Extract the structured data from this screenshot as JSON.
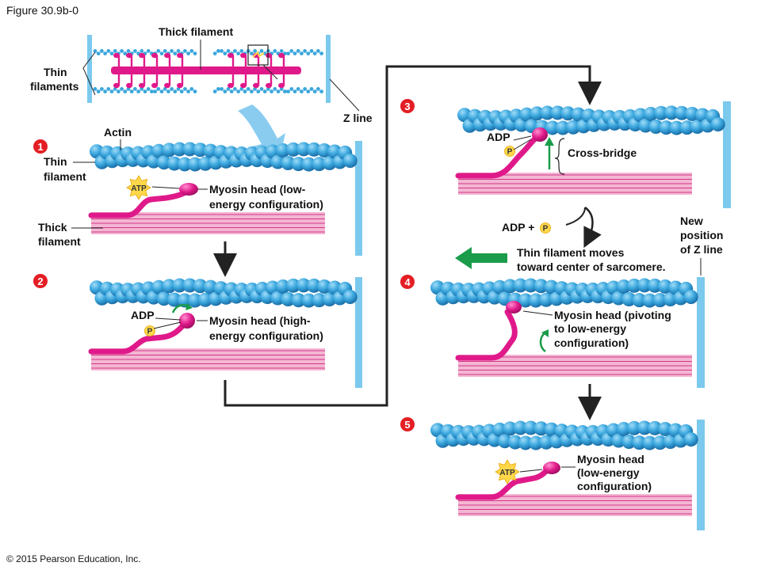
{
  "figure": {
    "title": "Figure 30.9b-0",
    "copyright": "© 2015 Pearson Education, Inc."
  },
  "top_labels": {
    "thick_filament": "Thick filament",
    "thin_filaments_1": "Thin",
    "thin_filaments_2": "filaments",
    "z_line": "Z line"
  },
  "steps": [
    {
      "number": "1",
      "actin": "Actin",
      "thin_1": "Thin",
      "thin_2": "filament",
      "thick_1": "Thick",
      "thick_2": "filament",
      "atp": "ATP",
      "head_1": "Myosin head (low-",
      "head_2": "energy configuration)"
    },
    {
      "number": "2",
      "adp": "ADP",
      "p": "P",
      "head_1": "Myosin head (high-",
      "head_2": "energy configuration)"
    },
    {
      "number": "3",
      "adp": "ADP",
      "p": "P",
      "cross_bridge": "Cross-bridge"
    },
    {
      "number": "4",
      "release_adp": "ADP +",
      "release_p": "P",
      "moves_1": "Thin filament moves",
      "moves_2": "toward center of sarcomere.",
      "new_z_1": "New",
      "new_z_2": "position",
      "new_z_3": "of Z line",
      "head_1": "Myosin head (pivoting",
      "head_2": "to low-energy",
      "head_3": "configuration)"
    },
    {
      "number": "5",
      "atp": "ATP",
      "head_1": "Myosin head",
      "head_2": "(low-energy",
      "head_3": "configuration)"
    }
  ],
  "colors": {
    "actin": "#3aa6dd",
    "actin_dark": "#1b6fa8",
    "z_line": "#7cc9ee",
    "myosin": "#e0198a",
    "thick_band": "#f4b6d2",
    "thick_line": "#d2368a",
    "step_badge": "#e31e24",
    "arrow_blue": "#7cc7ee",
    "arrow_green": "#1a9c4a",
    "atp_star": "#ffd84a",
    "p_circle": "#ffd84a"
  }
}
